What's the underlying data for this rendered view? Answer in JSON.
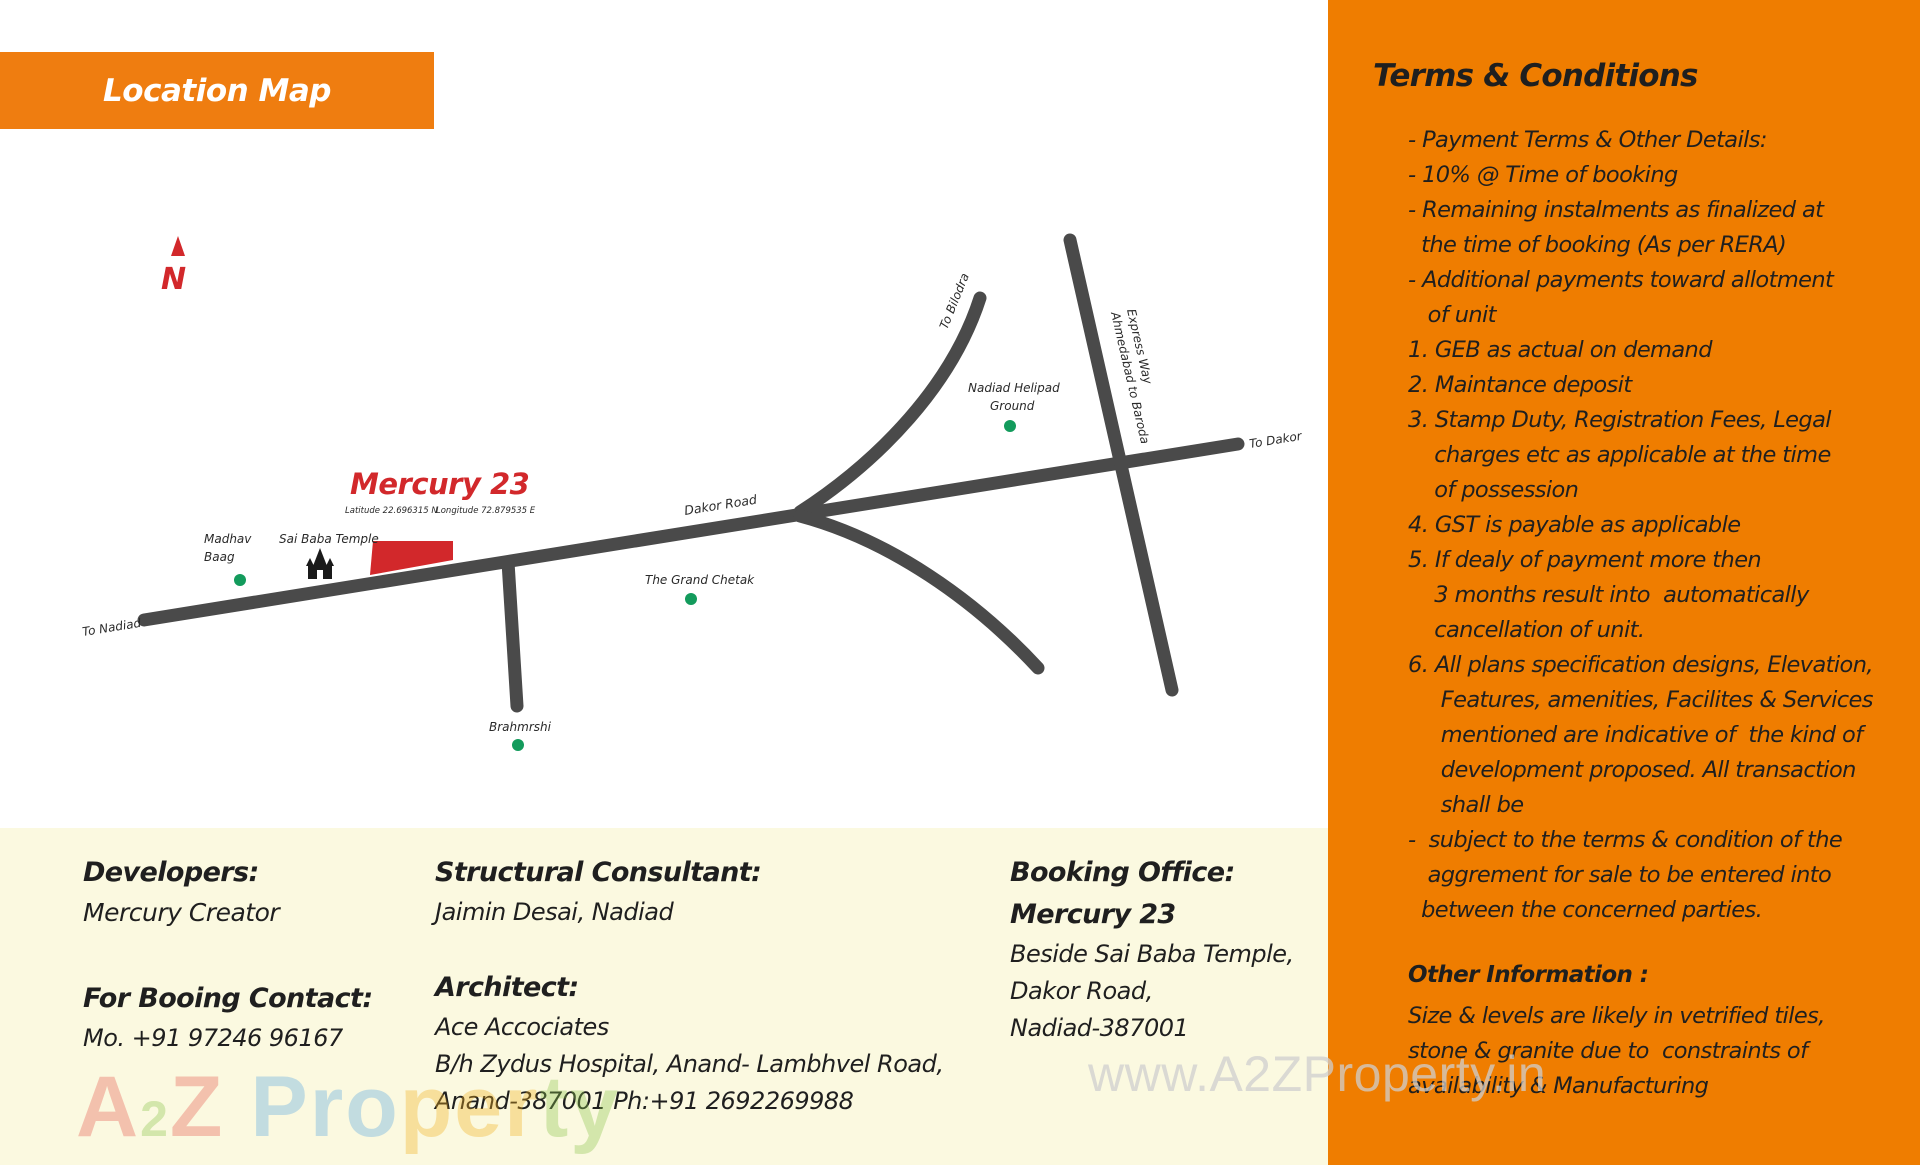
{
  "header": {
    "title": "Location Map"
  },
  "map": {
    "north_label": "N",
    "project": {
      "name": "Mercury 23",
      "latitude": "Latitude 22.696315 N",
      "longitude": "Longitude 72.879535 E"
    },
    "labels": {
      "to_nadiad": "To Nadiad",
      "to_dakor": "To Dakor",
      "to_bilodra": "To Bilodra",
      "dakor_road": "Dakor Road",
      "expressway_line1": "Express Way",
      "expressway_line2": "Ahmedabad to Baroda"
    },
    "landmarks": [
      {
        "line1": "Madhav",
        "line2": "Baag"
      },
      {
        "line1": "Sai Baba Temple",
        "line2": ""
      },
      {
        "line1": "The Grand Chetak",
        "line2": ""
      },
      {
        "line1": "Nadiad Helipad",
        "line2": "Ground"
      },
      {
        "line1": "Brahmrshi",
        "line2": ""
      }
    ],
    "colors": {
      "road": "#4a4a4a",
      "project_marker": "#d2282b",
      "landmark_dot": "#139b5c",
      "north": "#d2282b"
    }
  },
  "developers": {
    "heading": "Developers:",
    "name": "Mercury Creator"
  },
  "booking_contact": {
    "heading": "For Booing Contact:",
    "phone": "Mo. +91 97246 96167"
  },
  "structural": {
    "heading": "Structural Consultant:",
    "name": "Jaimin Desai, Nadiad"
  },
  "architect": {
    "heading": "Architect:",
    "lines": [
      "Ace Accociates",
      "B/h Zydus Hospital, Anand- Lambhvel Road,",
      "Anand-387001 Ph:+91 2692269988"
    ]
  },
  "booking_office": {
    "heading": "Booking Office:",
    "name": "Mercury 23",
    "lines": [
      "Beside Sai Baba Temple,",
      "Dakor Road,",
      "Nadiad-387001"
    ]
  },
  "terms": {
    "title": "Terms & Conditions",
    "lines": [
      "- Payment Terms & Other Details:",
      "- 10% @ Time of booking",
      "- Remaining instalments as finalized at",
      "  the time of booking (As per RERA)",
      "- Additional payments toward allotment",
      "   of unit",
      "1. GEB as actual on demand",
      "2. Maintance deposit",
      "3. Stamp Duty, Registration Fees, Legal",
      "    charges etc as applicable at the time",
      "    of possession",
      "4. GST is payable as applicable",
      "5. If dealy of payment more then",
      "    3 months result into  automatically",
      "    cancellation of unit.",
      "6. All plans specification designs, Elevation,",
      "     Features, amenities, Facilites & Services",
      "     mentioned are indicative of  the kind of",
      "     development proposed. All transaction",
      "     shall be",
      "-  subject to the terms & condition of the",
      "   aggrement for sale to be entered into",
      "  between the concerned parties."
    ],
    "other_title": "Other Information :",
    "other_lines": [
      "Size & levels are likely in vetrified tiles,",
      "stone & granite due to  constraints of",
      "availability & Manufacturing"
    ]
  },
  "watermark": {
    "logo": [
      "A",
      "2",
      "Z",
      " Pro",
      "per",
      "ty"
    ],
    "url": "www.A2ZProperty.in"
  },
  "colors": {
    "accent_orange": "#ef7d10",
    "bottom_bg": "#fbf9e0"
  }
}
